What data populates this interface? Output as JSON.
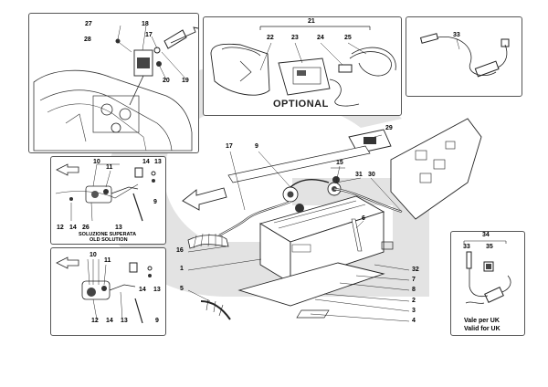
{
  "watermark_color": "#e3e3e3",
  "panels": {
    "top_left": {
      "callouts": [
        "27",
        "18",
        "28",
        "17",
        "20",
        "19"
      ]
    },
    "optional": {
      "group": "21",
      "callouts": [
        "22",
        "23",
        "24",
        "25"
      ],
      "label": "OPTIONAL"
    },
    "top_right": {
      "callouts": [
        "33"
      ]
    },
    "old_solution": {
      "callouts": [
        "10",
        "11",
        "14",
        "13",
        "9",
        "12",
        "14",
        "26",
        "13"
      ],
      "caption_line1": "SOLUZIONE SUPERATA",
      "caption_line2": "OLD SOLUTION"
    },
    "new_solution": {
      "callouts": [
        "10",
        "11",
        "14",
        "13",
        "12",
        "14",
        "13",
        "9"
      ]
    },
    "uk_panel": {
      "group": "34",
      "callouts": [
        "33",
        "35"
      ],
      "caption_line1": "Vale per UK",
      "caption_line2": "Valid for UK"
    }
  },
  "main_callouts": {
    "c17": "17",
    "c9": "9",
    "c29": "29",
    "c15": "15",
    "c31": "31",
    "c30": "30",
    "c6": "6",
    "c16": "16",
    "c1": "1",
    "c5": "5",
    "c32": "32",
    "c7": "7",
    "c8": "8",
    "c2": "2",
    "c3": "3",
    "c4": "4"
  }
}
